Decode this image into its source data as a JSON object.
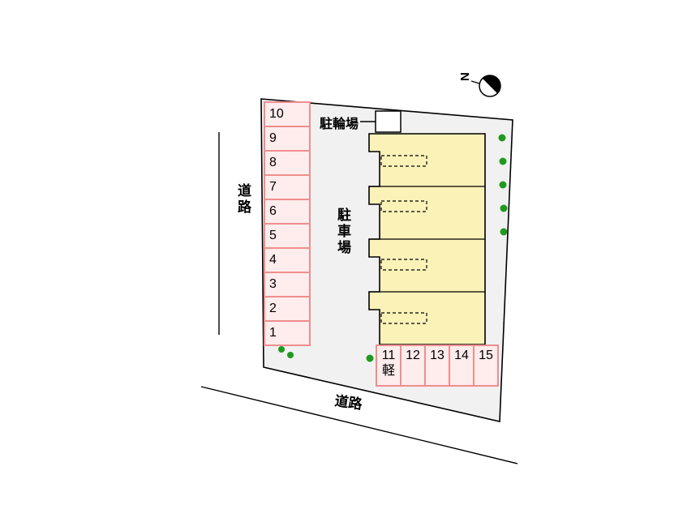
{
  "diagram": {
    "type": "site-plan",
    "labels": {
      "road_left": "道路",
      "road_bottom": "道路",
      "bicycle_parking": "駐輪場",
      "car_parking": "駐車場",
      "north": "N",
      "kei": "軽"
    },
    "left_spaces": [
      "10",
      "9",
      "8",
      "7",
      "6",
      "5",
      "4",
      "3",
      "2",
      "1"
    ],
    "bottom_spaces": [
      "11",
      "12",
      "13",
      "14",
      "15"
    ],
    "colors": {
      "plot_fill": "#f1f1f1",
      "building_fill": "#fbf2b8",
      "stall_fill": "#ffecec",
      "stall_border": "#ef8e8e",
      "tree": "#1f9a1f",
      "outline": "#000000"
    }
  }
}
